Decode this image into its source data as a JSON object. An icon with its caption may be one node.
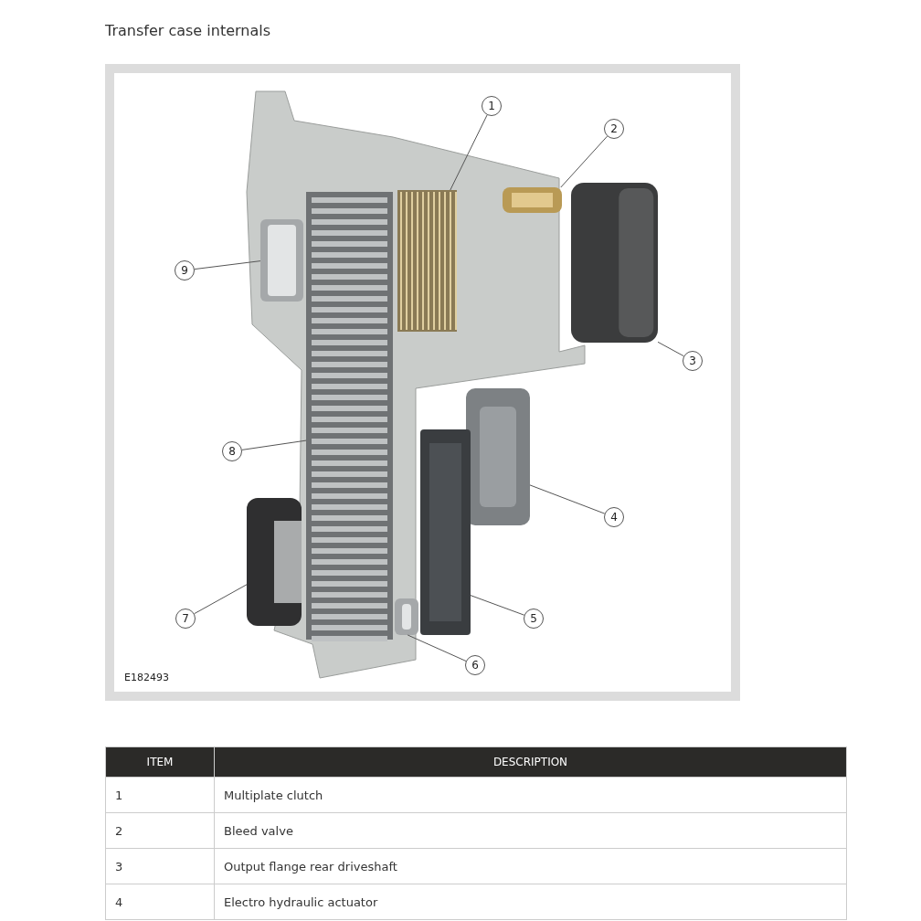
{
  "diagram": {
    "title": "Transfer case internals",
    "nodes": [
      {
        "text": [
          "1"
        ]
      },
      {
        "text": [
          "2"
        ]
      },
      {
        "text": [
          "9"
        ]
      },
      {
        "text": [
          "3"
        ]
      },
      {
        "text": [
          "8"
        ]
      },
      {
        "text": [
          "4"
        ]
      },
      {
        "text": [
          "7"
        ]
      },
      {
        "text": [
          "5"
        ]
      },
      {
        "text": [
          "6"
        ]
      },
      {
        "text": [],
        "shape": "picture"
      },
      {
        "text": [],
        "shape": "picture"
      },
      {
        "text": [],
        "shape": "picture"
      },
      {
        "text": [],
        "shape": "picture"
      },
      {
        "text": [],
        "shape": "picture"
      },
      {
        "text": [],
        "shape": "picture"
      },
      {
        "text": [],
        "shape": "picture"
      },
      {
        "text": [],
        "shape": "picture"
      },
      {
        "text": [],
        "shape": "picture"
      }
    ],
    "edges": [
      {
        "from": 0,
        "to": 9,
        "arrow": "none"
      },
      {
        "from": 1,
        "to": 10,
        "arrow": "none"
      },
      {
        "from": 2,
        "to": 11,
        "arrow": "none"
      },
      {
        "from": 3,
        "to": 12,
        "arrow": "none"
      },
      {
        "from": 4,
        "to": 13,
        "arrow": "none"
      },
      {
        "from": 5,
        "to": 14,
        "arrow": "none"
      },
      {
        "from": 6,
        "to": 15,
        "arrow": "none"
      },
      {
        "from": 7,
        "to": 16,
        "arrow": "none"
      },
      {
        "from": 8,
        "to": 17,
        "arrow": "none"
      }
    ],
    "labels": [
      "E182493",
      "ITEM",
      "DESCRIPTION",
      "1",
      "Multiplate clutch",
      "2",
      "Bleed valve",
      "3",
      "Output flange rear driveshaft",
      "4",
      "Electro hydraulic actuator"
    ]
  }
}
